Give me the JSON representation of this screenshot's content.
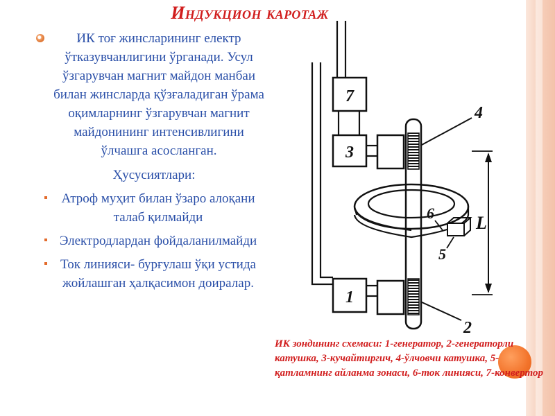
{
  "title": "Индукцион каротаж",
  "main_bullet": "ИК тоғ жинсларининг електр ўтказувчанлигини ўрганади. Усул ўзгарувчан магнит майдон манбаи билан жинсларда қўзғаладиган ўрама оқимларнинг ўзгарувчан магнит майдонининг интенсивлигини ўлчашга асосланган.",
  "features_heading": "Ҳусусиятлари:",
  "features": [
    "Атроф муҳит билан ўзаро алоқани талаб қилмайди",
    "Электродлардан фойдаланилмайди",
    "Ток линияси- бурғулаш ўқи устида жойлашган ҳалқасимон доиралар."
  ],
  "diagram_labels": {
    "block_7": "7",
    "block_3": "3",
    "block_1": "1",
    "label_4": "4",
    "label_2": "2",
    "label_6": "6",
    "label_5": "5",
    "label_L": "L"
  },
  "caption": "ИК зондининг схемаси: 1-генератор, 2-генераторли катушка,  3-кучайтиргич, 4-ўлчовчи катушка, 5-қатламнинг айланма зонаси, 6-ток линияси, 7-конвертор",
  "colors": {
    "title": "#d11e1e",
    "body_text": "#2a4fa8",
    "caption": "#d11e1e",
    "accent": "#f26d21"
  }
}
